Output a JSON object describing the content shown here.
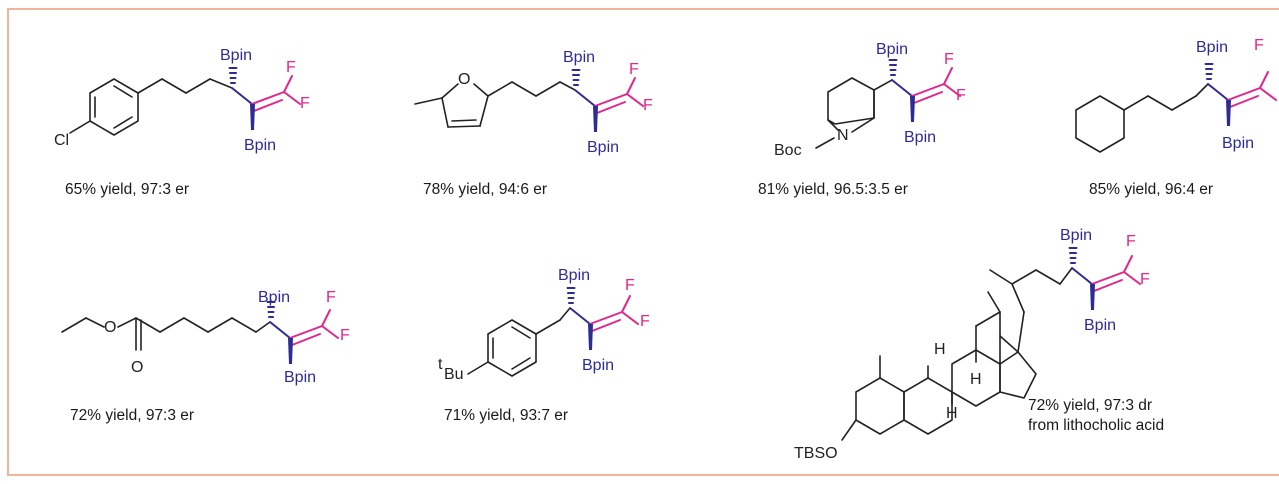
{
  "colors": {
    "boron": "#2c2c96",
    "fluorine": "#e0278a",
    "bond": "#222222",
    "frame": "#f1b49a"
  },
  "atoms": {
    "bpin": "Bpin",
    "f": "F",
    "cl": "Cl",
    "o": "O",
    "n": "N",
    "boc": "Boc",
    "h": "H",
    "tbso": "TBSO",
    "tbu_sup": "t",
    "tbu_main": "Bu"
  },
  "compounds": [
    {
      "yield_text": "65% yield, 97:3 er"
    },
    {
      "yield_text": "78% yield, 94:6 er"
    },
    {
      "yield_text": "81% yield, 96.5:3.5 er"
    },
    {
      "yield_text": "85% yield, 96:4 er"
    },
    {
      "yield_text": "72% yield, 97:3 er"
    },
    {
      "yield_text": "71% yield, 93:7 er"
    },
    {
      "yield_text": "72% yield, 97:3 dr",
      "note": "from lithocholic acid"
    }
  ]
}
